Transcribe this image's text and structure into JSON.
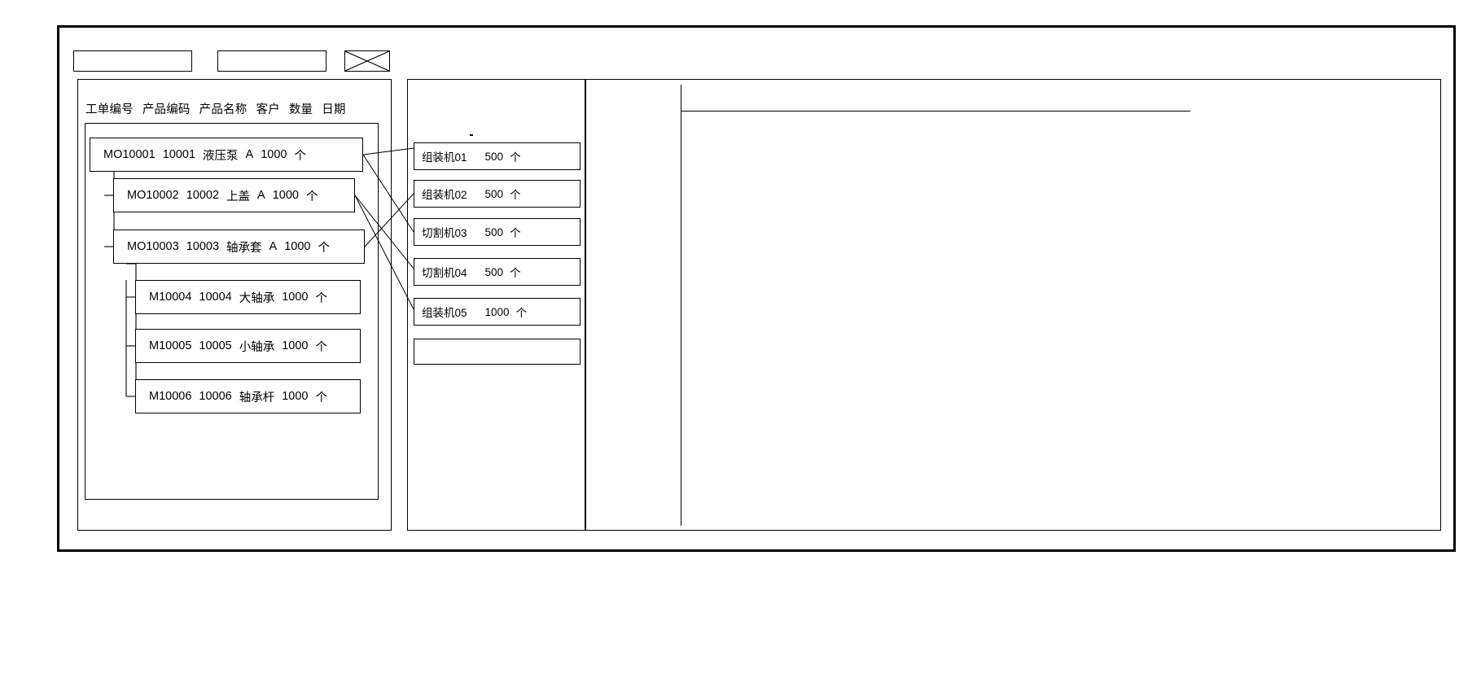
{
  "window": {
    "title": ""
  },
  "toolbar": {
    "boxes": [
      {
        "name": "toolbar-field-1",
        "label": ""
      },
      {
        "name": "toolbar-field-2",
        "label": ""
      },
      {
        "name": "toolbar-placeholder-crossed",
        "label": ""
      }
    ]
  },
  "left_panel": {
    "column_headers": [
      "工单编号",
      "产品编码",
      "产品名称",
      "客户",
      "数量",
      "日期"
    ],
    "rows": [
      {
        "order_no": "MO10001",
        "product_code": "10001",
        "product_name": "液压泵",
        "customer": "A",
        "qty": "1000",
        "unit": "个",
        "level": 0
      },
      {
        "order_no": "MO10002",
        "product_code": "10002",
        "product_name": "上盖",
        "customer": "A",
        "qty": "1000",
        "unit": "个",
        "level": 1
      },
      {
        "order_no": "MO10003",
        "product_code": "10003",
        "product_name": "轴承套",
        "customer": "A",
        "qty": "1000",
        "unit": "个",
        "level": 1
      },
      {
        "order_no": "M10004",
        "product_code": "10004",
        "product_name": "大轴承",
        "customer": "",
        "qty": "1000",
        "unit": "个",
        "level": 2
      },
      {
        "order_no": "M10005",
        "product_code": "10005",
        "product_name": "小轴承",
        "customer": "",
        "qty": "1000",
        "unit": "个",
        "level": 2
      },
      {
        "order_no": "M10006",
        "product_code": "10006",
        "product_name": "轴承杆",
        "customer": "",
        "qty": "1000",
        "unit": "个",
        "level": 2
      }
    ]
  },
  "middle_panel": {
    "machines": [
      {
        "name": "组装机01",
        "qty": "500",
        "unit": "个"
      },
      {
        "name": "组装机02",
        "qty": "500",
        "unit": "个"
      },
      {
        "name": "切割机03",
        "qty": "500",
        "unit": "个"
      },
      {
        "name": "切割机04",
        "qty": "500",
        "unit": "个"
      },
      {
        "name": "组装机05",
        "qty": "1000",
        "unit": "个"
      }
    ],
    "empty_slot": ""
  },
  "right_panel": {
    "header": "",
    "content": ""
  },
  "colors": {
    "border": "#000000",
    "background": "#ffffff",
    "text": "#000000"
  }
}
